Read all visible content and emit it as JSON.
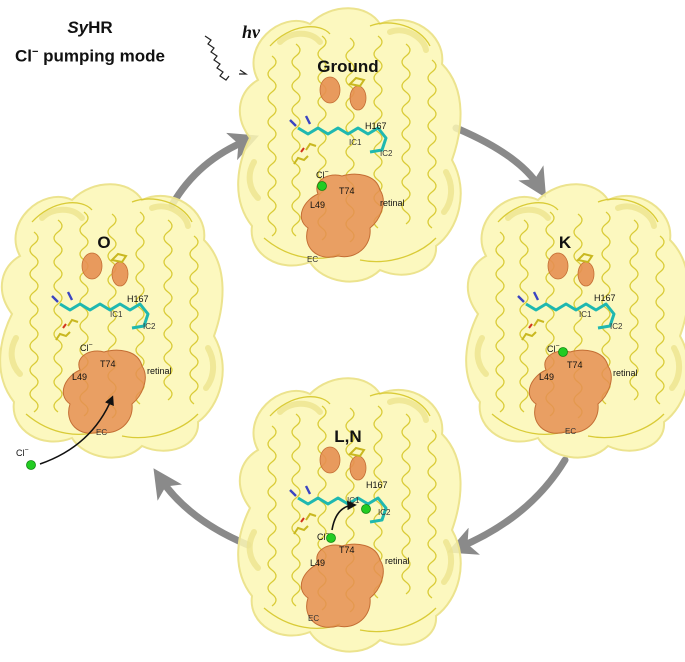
{
  "title": {
    "line1_italic": "Sy",
    "line1_rest": "HR",
    "line2_prefix": "Cl",
    "line2_sup": "−",
    "line2_rest": " pumping mode"
  },
  "light": {
    "label": "hν"
  },
  "states": [
    {
      "id": "ground",
      "label": "Ground",
      "residues": {
        "h": "H167",
        "ic1": "IC1",
        "ic2": "IC2",
        "cl": "Cl",
        "cl_sup": "−",
        "t": "T74",
        "l": "L49",
        "ret": "retinal",
        "ec": "EC"
      }
    },
    {
      "id": "k",
      "label": "K",
      "residues": {
        "h": "H167",
        "ic1": "IC1",
        "ic2": "IC2",
        "cl": "Cl",
        "cl_sup": "−",
        "t": "T74",
        "l": "L49",
        "ret": "retinal",
        "ec": "EC"
      }
    },
    {
      "id": "ln",
      "label": "L,N",
      "residues": {
        "h": "H167",
        "ic1": "IC1",
        "ic2": "IC2",
        "cl": "Cl",
        "cl_sup": "−",
        "t": "T74",
        "l": "L49",
        "ret": "retinal",
        "ec": "EC"
      }
    },
    {
      "id": "o",
      "label": "O",
      "residues": {
        "h": "H167",
        "ic1": "IC1",
        "ic2": "IC2",
        "cl": "Cl",
        "cl_sup": "−",
        "t": "T74",
        "l": "L49",
        "ret": "retinal",
        "ec": "EC"
      }
    }
  ],
  "incoming_ion": {
    "label": "Cl",
    "sup": "−"
  },
  "colors": {
    "surface_fill": "#fbf7b4",
    "surface_stroke": "#e9e08a",
    "helix": "#d8c930",
    "cavity": "#e58f52",
    "retinal": "#1fb8b0",
    "chloride": "#22cc22",
    "cycle_arrow": "#8a8a8a"
  }
}
